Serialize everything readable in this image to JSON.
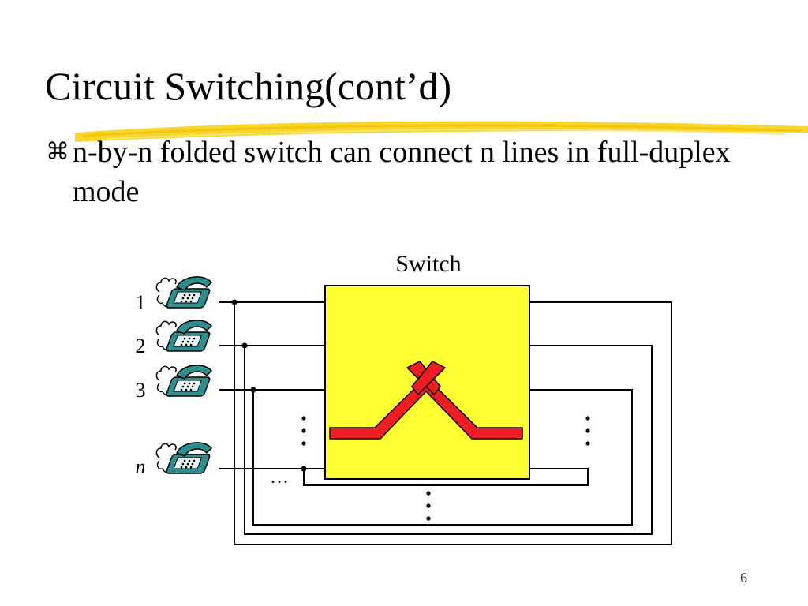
{
  "slide": {
    "title": "Circuit Switching(cont’d)",
    "bullet_symbol": "⌘",
    "bullet_text": "n-by-n folded switch can connect n lines in full-duplex mode",
    "page_number": "6",
    "accent_color": "#f6d21a"
  },
  "diagram": {
    "switch_label": "Switch",
    "line_labels": [
      "1",
      "2",
      "3",
      "n"
    ],
    "ellipsis": "…",
    "colors": {
      "switch_fill": "#ffff33",
      "connection": "#ee1d24",
      "wire": "#000000",
      "phone": "#2e8e8e"
    }
  }
}
